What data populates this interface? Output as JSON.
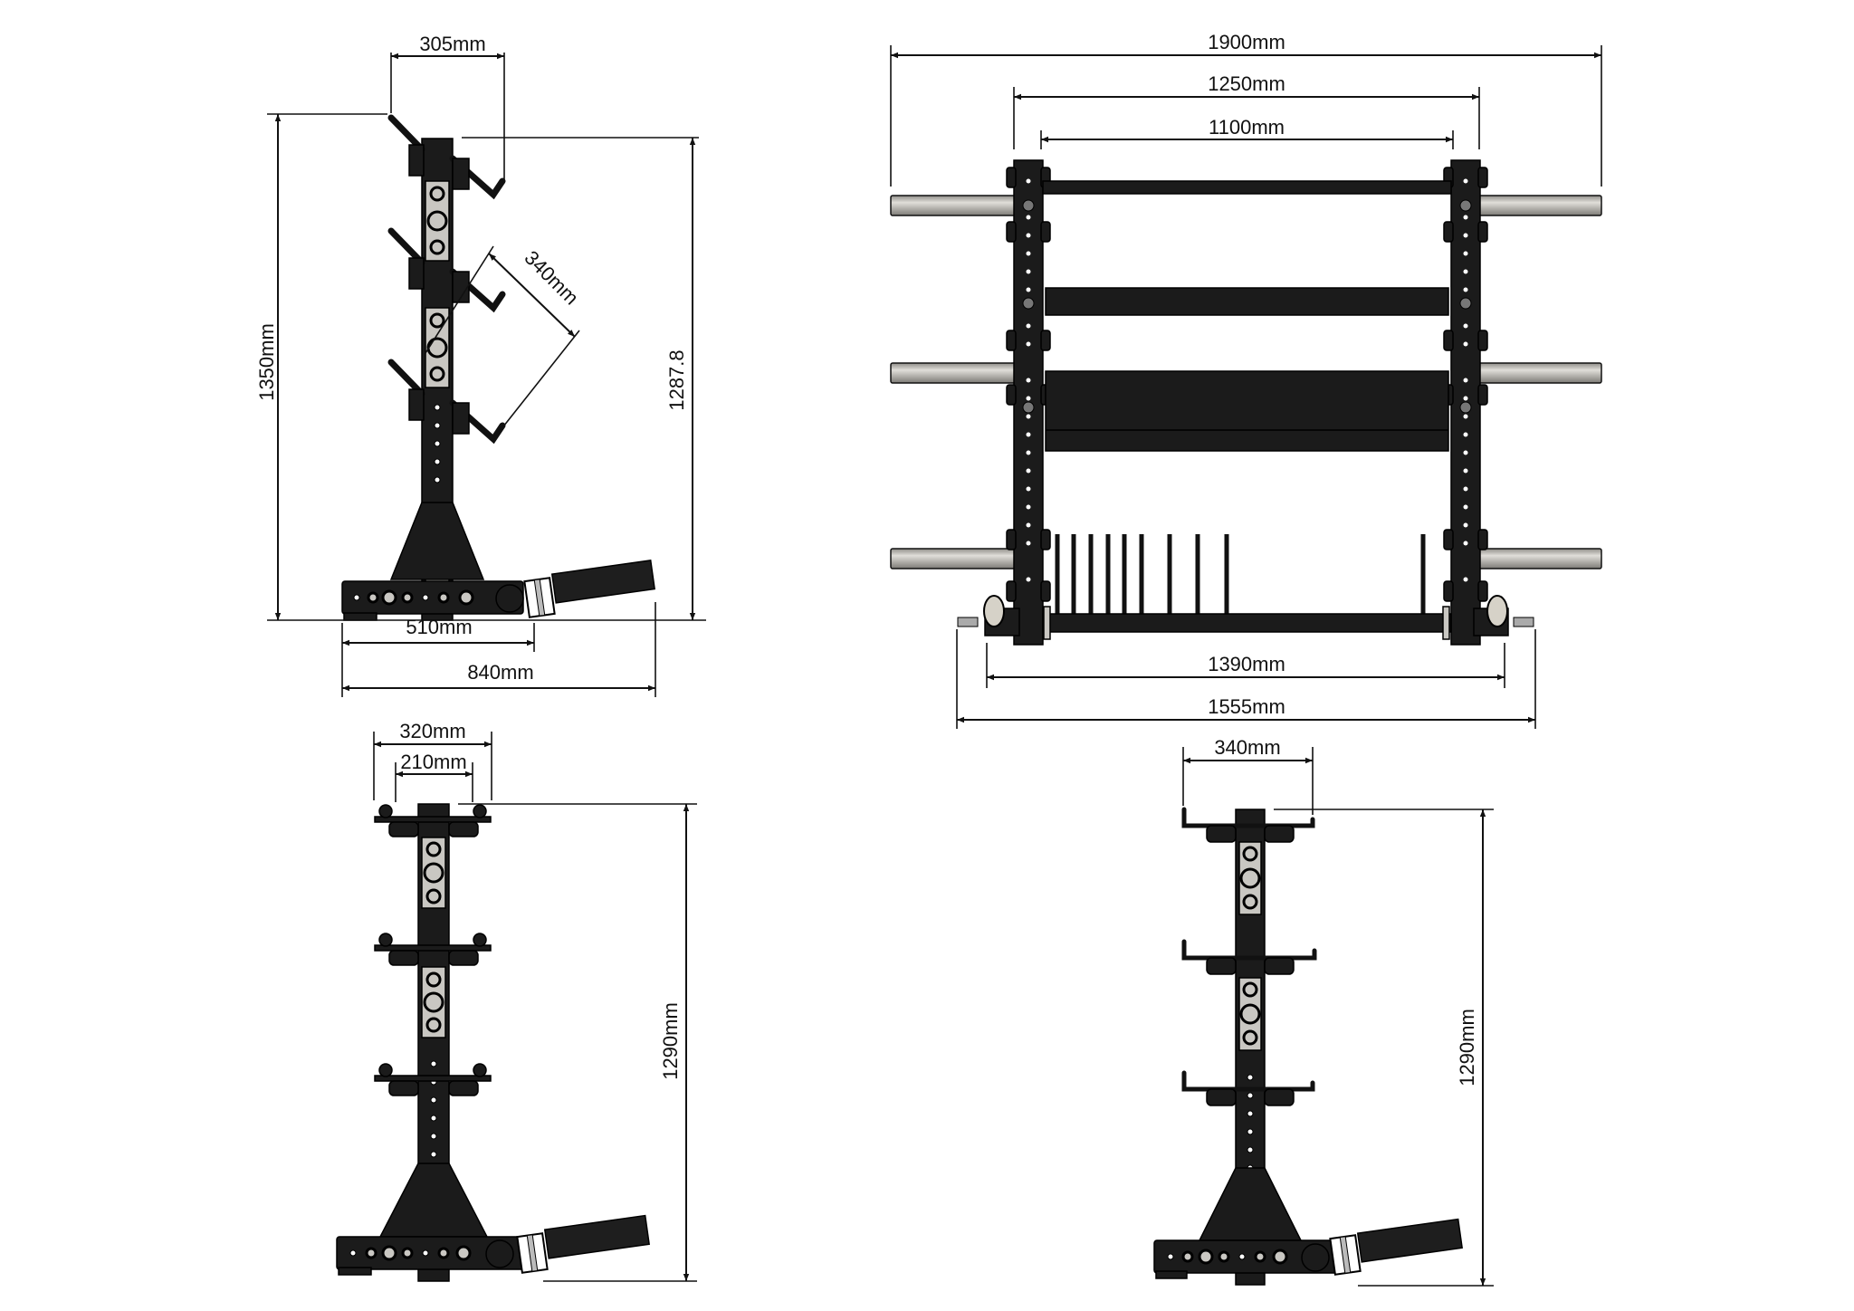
{
  "drawing": {
    "subject": "Multi-storage rack with bar holders, plate pins and landmine attachment",
    "units": "mm"
  },
  "views": {
    "side_angled": {
      "dims": {
        "arm_span": "305mm",
        "arm_length": "340mm",
        "overall_height": "1350mm",
        "post_height": "1287.8",
        "base_length": "510mm",
        "overall_length": "840mm"
      }
    },
    "front": {
      "dims": {
        "overall_width": "1900mm",
        "outer_post_width": "1250mm",
        "inner_post_width": "1100mm",
        "plate_pin_span": "1390mm",
        "base_width": "1555mm"
      },
      "bar_rows": 3,
      "plate_pins": 10
    },
    "side_flat": {
      "dims": {
        "outer_arm_span": "320mm",
        "inner_arm_span": "210mm",
        "height": "1290mm"
      }
    },
    "side_hook": {
      "dims": {
        "arm_span": "340mm",
        "height": "1290mm"
      }
    }
  },
  "colors": {
    "steel": "#1b1b1b",
    "plate": "#c9c7c2",
    "bar": "#b9b7b1",
    "line": "#111111"
  }
}
